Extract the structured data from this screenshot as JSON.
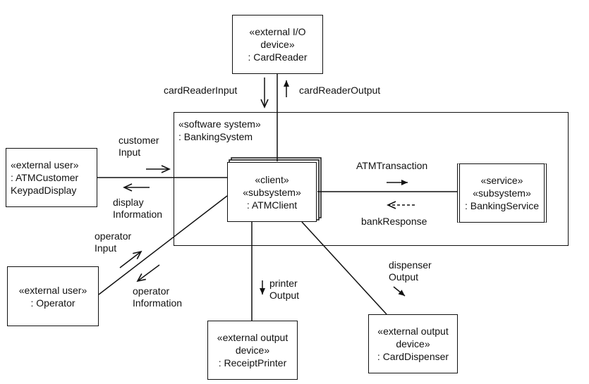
{
  "system": {
    "stereotype": "«software system»",
    "name": ": BankingSystem"
  },
  "nodes": {
    "card_reader": {
      "lines": [
        "«external I/O",
        "device»",
        ": CardReader"
      ]
    },
    "atm_customer": {
      "lines": [
        "«external user»",
        ": ATMCustomer",
        "KeypadDisplay"
      ]
    },
    "atm_client": {
      "lines": [
        "«client»",
        "«subsystem»",
        ": ATMClient"
      ]
    },
    "banking_service": {
      "lines": [
        "«service»",
        "«subsystem»",
        ": BankingService"
      ]
    },
    "operator": {
      "lines": [
        "«external user»",
        ": Operator"
      ]
    },
    "receipt_printer": {
      "lines": [
        "«external output",
        "device»",
        ": ReceiptPrinter"
      ]
    },
    "card_dispenser": {
      "lines": [
        "«external output",
        "device»",
        ": CardDispenser"
      ]
    }
  },
  "messages": {
    "card_reader_input": "cardReaderInput",
    "card_reader_output": "cardReaderOutput",
    "customer_input": [
      "customer",
      "Input"
    ],
    "display_information": [
      "display",
      "Information"
    ],
    "atm_transaction": "ATMTransaction",
    "bank_response": "bankResponse",
    "operator_input": [
      "operator",
      "Input"
    ],
    "operator_information": [
      "operator",
      "Information"
    ],
    "printer_output": [
      "printer",
      "Output"
    ],
    "dispenser_output": [
      "dispenser",
      "Output"
    ]
  }
}
